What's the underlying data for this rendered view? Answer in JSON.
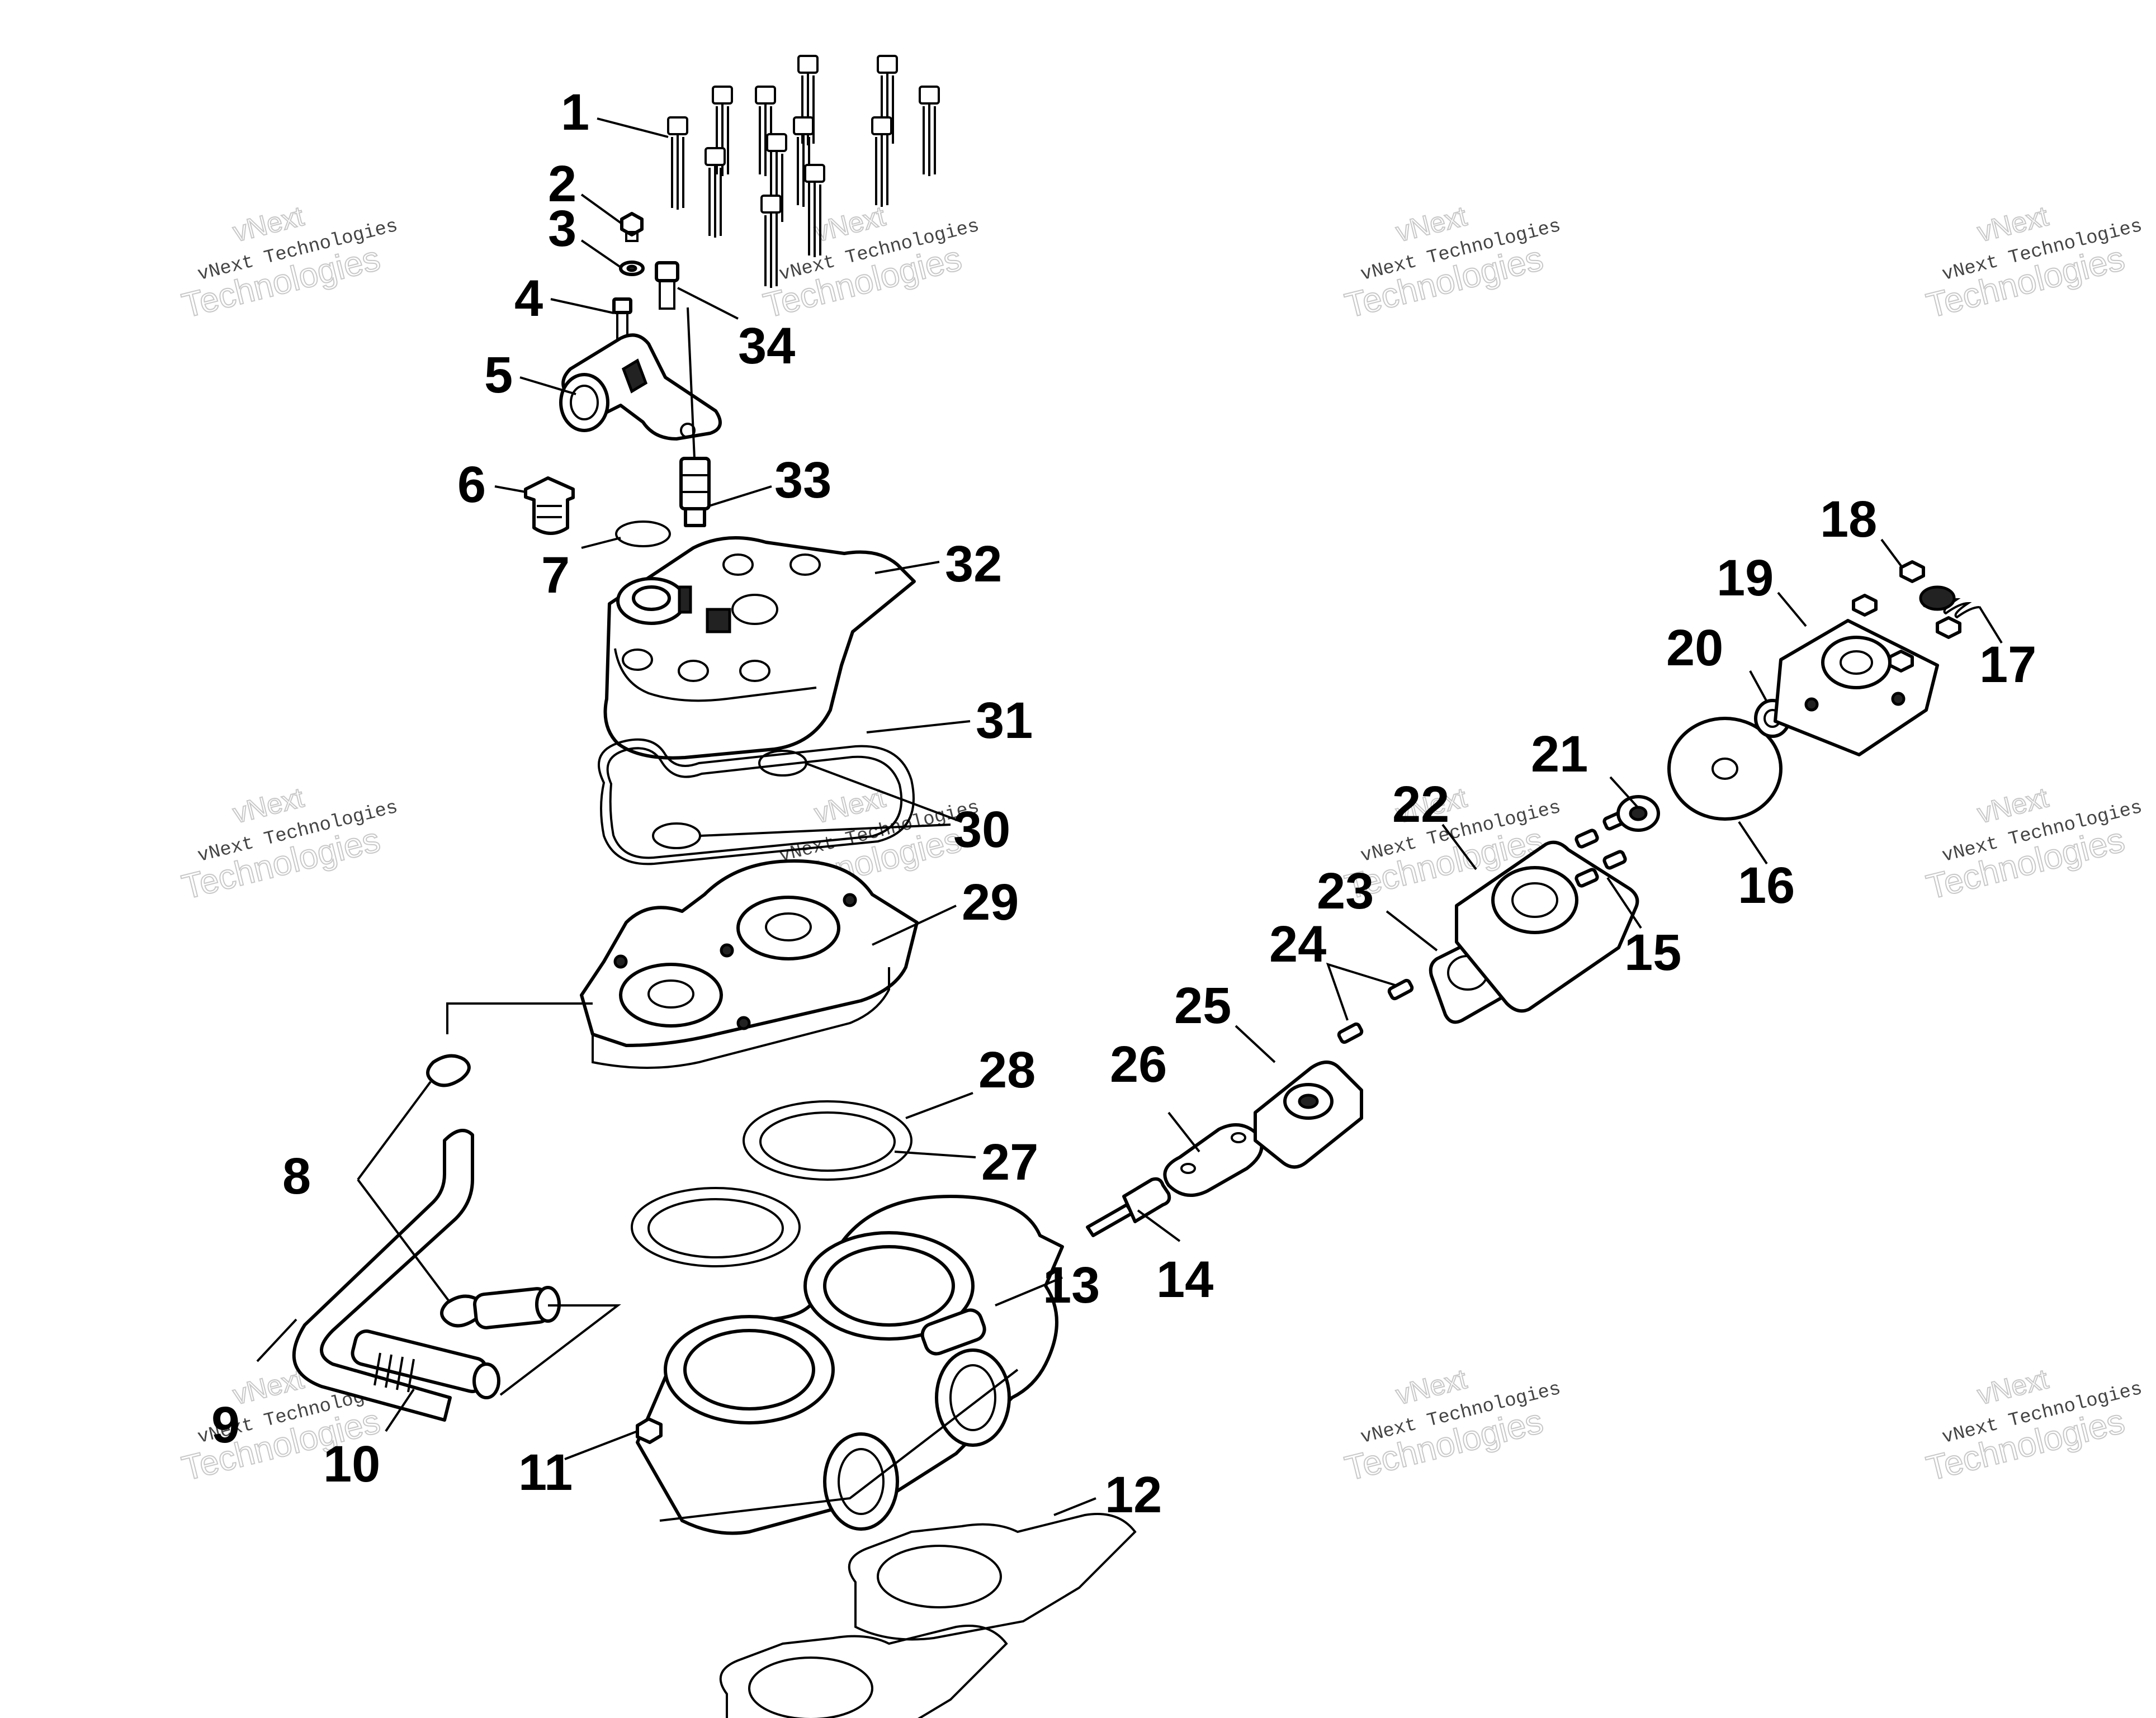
{
  "watermark": {
    "line1": "vNext",
    "line2": "vNext Technologies",
    "line3": "Technologies"
  },
  "callouts": [
    "1",
    "2",
    "3",
    "4",
    "5",
    "6",
    "7",
    "8",
    "9",
    "10",
    "11",
    "12",
    "13",
    "14",
    "15",
    "16",
    "17",
    "18",
    "19",
    "20",
    "21",
    "22",
    "23",
    "24",
    "25",
    "26",
    "27",
    "28",
    "29",
    "30",
    "31",
    "32",
    "33",
    "34"
  ]
}
